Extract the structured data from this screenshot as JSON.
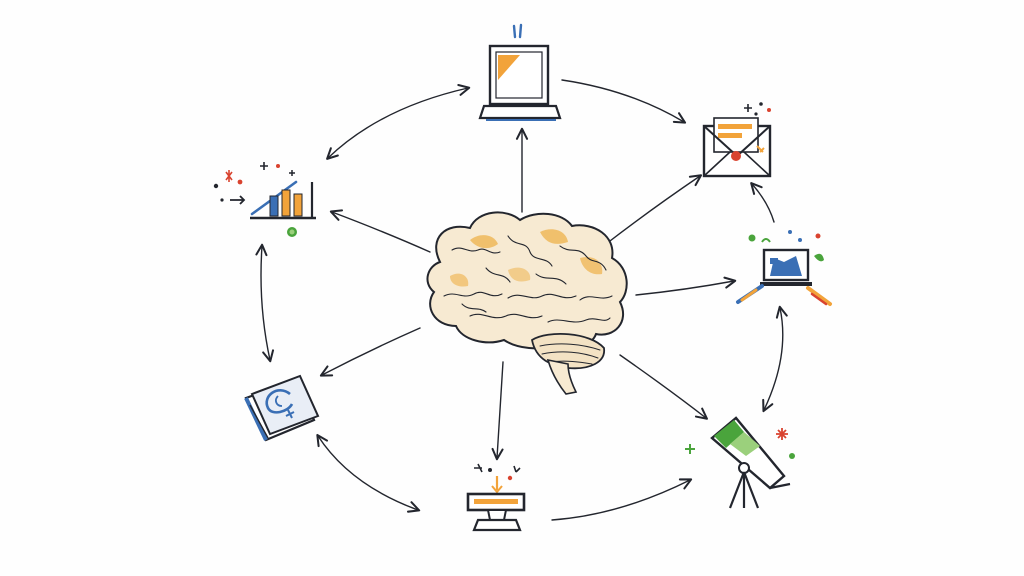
{
  "palette": {
    "ink": "#23262e",
    "orange": "#f2a33a",
    "blue": "#3a6fb5",
    "red": "#d9432f",
    "green": "#4aa43c",
    "brain_fill": "#f7ead2",
    "brain_accent": "#efb85a"
  },
  "diagram": {
    "center_node": {
      "icon": "brain-icon"
    },
    "nodes": [
      {
        "id": "laptop",
        "icon": "laptop-icon"
      },
      {
        "id": "mail",
        "icon": "mail-envelope-icon"
      },
      {
        "id": "monitor",
        "icon": "monitor-flags-icon"
      },
      {
        "id": "telescope",
        "icon": "telescope-icon"
      },
      {
        "id": "anvil",
        "icon": "anvil-icon"
      },
      {
        "id": "book",
        "icon": "book-icon"
      },
      {
        "id": "chart",
        "icon": "bar-chart-icon"
      }
    ]
  }
}
